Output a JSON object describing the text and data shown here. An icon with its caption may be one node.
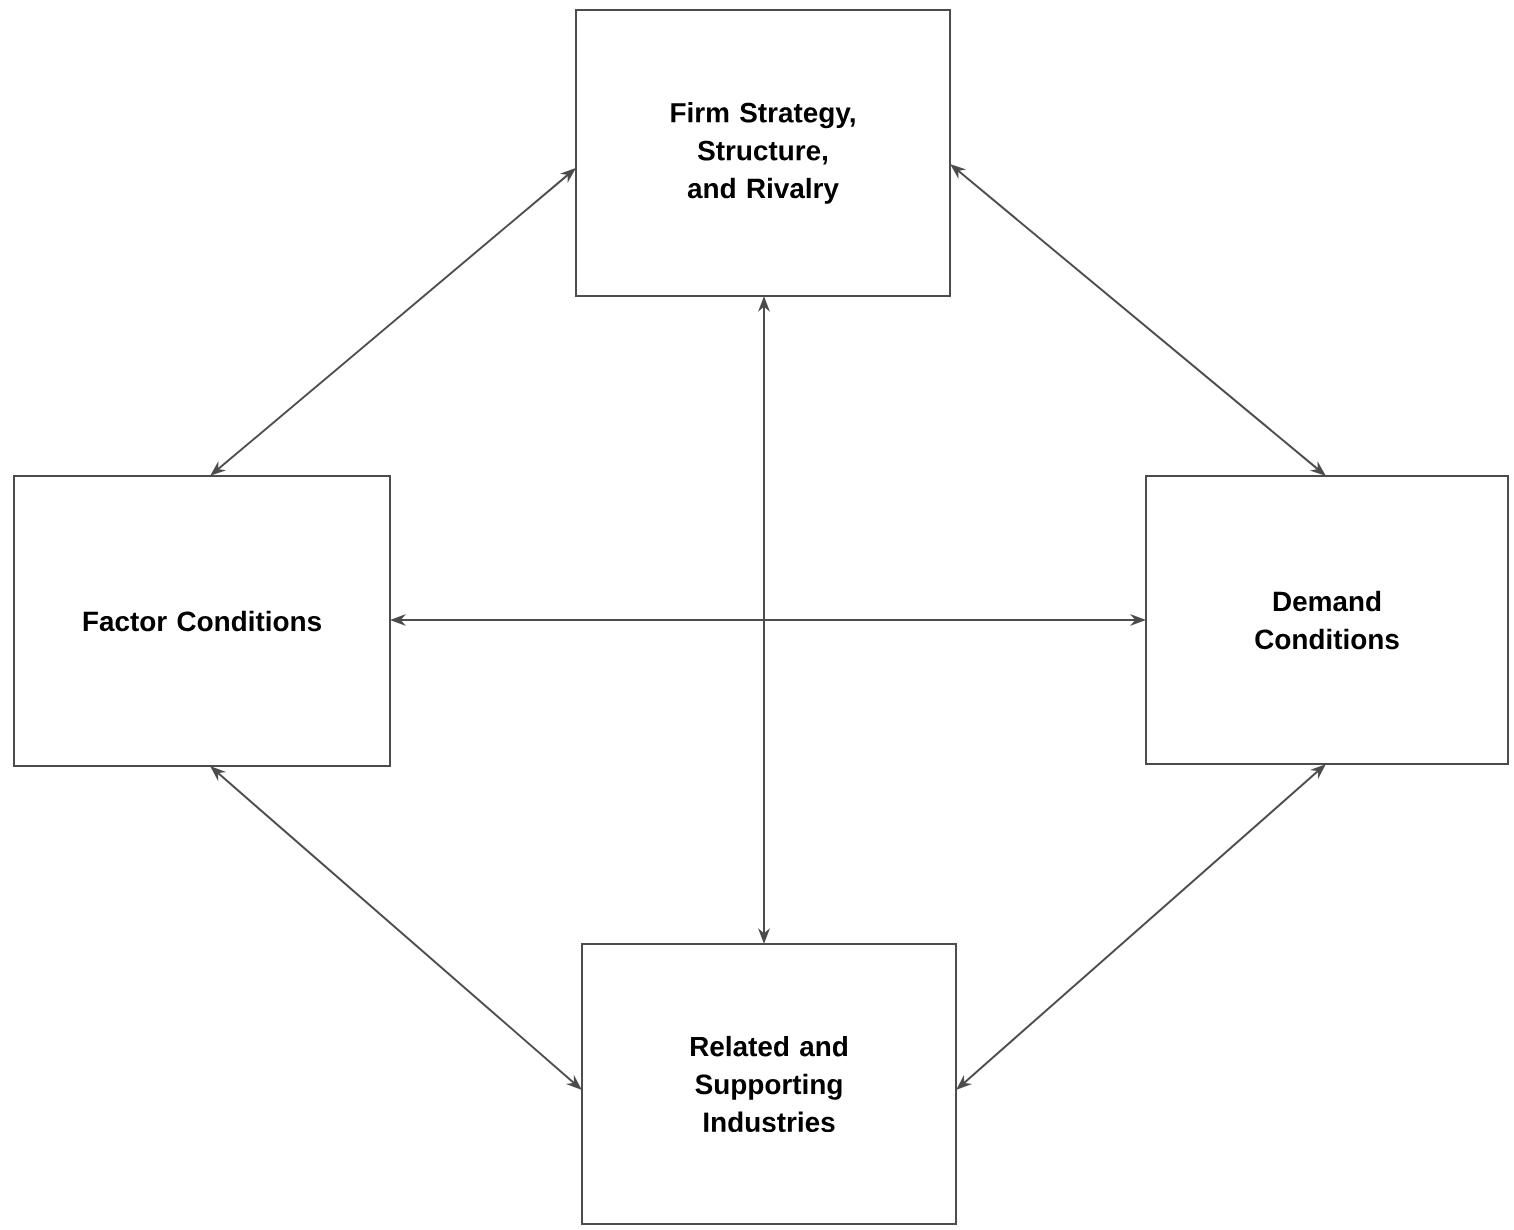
{
  "diagram": {
    "nodes": [
      {
        "text": [
          "Firm Strategy, Structure, and Rivalry"
        ]
      },
      {
        "text": [
          "Factor Conditions"
        ]
      },
      {
        "text": [
          "Demand Conditions"
        ]
      },
      {
        "text": [
          "Related and Supporting Industries"
        ]
      }
    ],
    "edges": [
      {
        "from": 0,
        "to": 1,
        "arrow": "both"
      },
      {
        "from": 0,
        "to": 2,
        "arrow": "both"
      },
      {
        "from": 1,
        "to": 2,
        "arrow": "both"
      },
      {
        "from": 0,
        "to": 3,
        "arrow": "both"
      },
      {
        "from": 1,
        "to": 3,
        "arrow": "both"
      },
      {
        "from": 2,
        "to": 3,
        "arrow": "both"
      }
    ]
  }
}
